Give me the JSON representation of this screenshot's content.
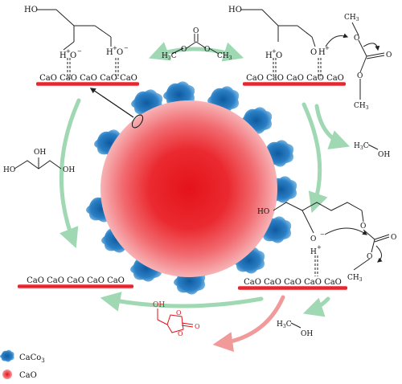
{
  "colors": {
    "sphere_core": "#e8141b",
    "sphere_edge": "#f6a3a6",
    "caco3": "#1f73b7",
    "bar": "#e33039",
    "green_arrow": "#9fd8b3",
    "red_arrow": "#f19a9a",
    "glycerol_carbonate": "#e0121a"
  },
  "catalyst_bars": {
    "top_left": "CaO CaO CaO CaO CaO",
    "top_right": "CaO CaO CaO CaO CaO",
    "bottom_left": "CaO CaO CaO CaO CaO",
    "bottom_right": "CaO CaO CaO CaO CaO"
  },
  "top_left": {
    "ho": "HO",
    "h1": "H",
    "o1": "O",
    "minus1": "−",
    "plus1": "+",
    "h2": "H",
    "o2": "O",
    "minus2": "−",
    "plus2": "+"
  },
  "dmc": {
    "left": "H3C",
    "o1": "O",
    "o2": "O",
    "o3": "O",
    "right": "CH3",
    "left_main": "H",
    "left_sub": "3",
    "left_c": "C",
    "right_c": "CH",
    "right_sub": "3"
  },
  "top_right": {
    "ho": "HO",
    "h1": "H",
    "o1": "O",
    "plus1": "+",
    "o2": "O",
    "h2": "H",
    "plus2": "+",
    "ch3_top": "CH",
    "ch3_top_sub": "3",
    "o_top": "O",
    "o_dbl": "O",
    "o_bot": "O",
    "ch3_bot": "CH",
    "ch3_bot_sub": "3"
  },
  "methanol_top": {
    "h": "H",
    "sub": "3",
    "c": "C",
    "oh": "OH"
  },
  "glycerol": {
    "oh_top": "OH",
    "ho_left": "HO",
    "oh_right": "OH"
  },
  "bottom_right": {
    "ho": "HO",
    "o_ring": "O",
    "o_minus": "O",
    "minus": "−",
    "o_dbl": "O",
    "o_ester": "O",
    "ch3": "CH",
    "ch3_sub": "3",
    "h": "H",
    "plus": "+"
  },
  "methanol_bottom": {
    "h": "H",
    "sub": "3",
    "c": "C",
    "oh": "OH"
  },
  "glycerol_carbonate": {
    "oh": "OH",
    "o_ring1": "O",
    "o_ring2": "O",
    "o_dbl": "O"
  },
  "legend": [
    {
      "icon": "caco3-particle-icon",
      "label_main": "CaCo",
      "label_sub": "3"
    },
    {
      "icon": "cao-particle-icon",
      "label_main": "CaO",
      "label_sub": ""
    }
  ]
}
